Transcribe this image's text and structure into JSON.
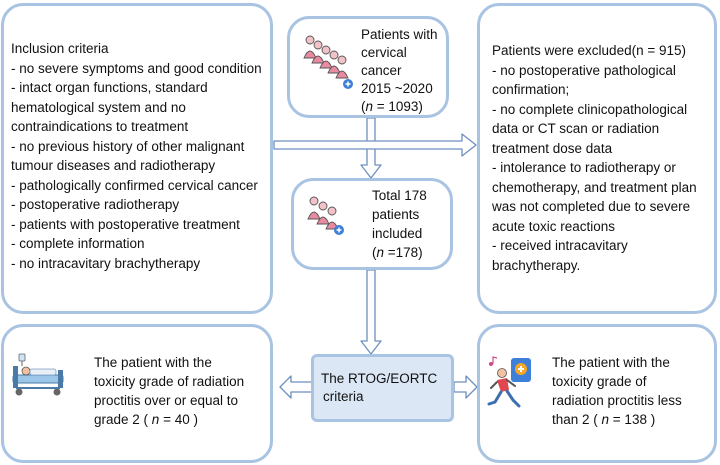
{
  "inclusion": {
    "lines": [
      "Inclusion criteria",
      "- no severe symptoms and good condition",
      "- intact organ functions, standard",
      "hematological system and no",
      "contraindications to treatment",
      "- no previous history of other malignant",
      "tumour diseases and radiotherapy",
      "- pathologically confirmed cervical cancer",
      "- postoperative radiotherapy",
      "- patients with postoperative treatment",
      "- complete information",
      "- no intracavitary brachytherapy"
    ]
  },
  "patients": {
    "lines": [
      "Patients with",
      "cervical",
      "cancer",
      " 2015 ~2020"
    ],
    "n_symbol": "n",
    "n_value": " = 1093)"
  },
  "excluded": {
    "lines": [
      "Patients were excluded(n = 915)",
      "- no postoperative pathological",
      "confirmation;",
      "- no complete clinicopathological",
      "data or CT scan or radiation",
      "treatment dose data",
      "- intolerance to radiotherapy or",
      "chemotherapy, and treatment plan",
      "was not completed due to severe",
      "acute toxic reactions",
      "- received intracavitary",
      "brachytherapy."
    ]
  },
  "included": {
    "lines": [
      "Total 178",
      "patients",
      "included"
    ],
    "n_symbol": "n",
    "n_value": " =178)"
  },
  "criteria": {
    "lines": [
      "The RTOG/EORTC",
      "criteria"
    ]
  },
  "grade_high": {
    "lines": [
      "The patient with the",
      "toxicity grade of radiation",
      "proctitis over or equal to"
    ],
    "last_prefix": "grade 2 ( ",
    "n_symbol": "n",
    "n_value": " = 40 )"
  },
  "grade_low": {
    "lines": [
      "The patient with the",
      "toxicity grade of",
      "radiation proctitis less"
    ],
    "last_prefix": "than 2 ( ",
    "n_symbol": "n",
    "n_value": " = 138 )"
  },
  "icons": {
    "patients": "patient-group-icon",
    "included": "patient-group-icon",
    "high": "hospital-bed-icon",
    "low": "recovering-runner-icon"
  },
  "colors": {
    "border": "#a9c3e2",
    "arrow": "#6d8fc0",
    "criteria_fill": "#dbe7f4"
  }
}
